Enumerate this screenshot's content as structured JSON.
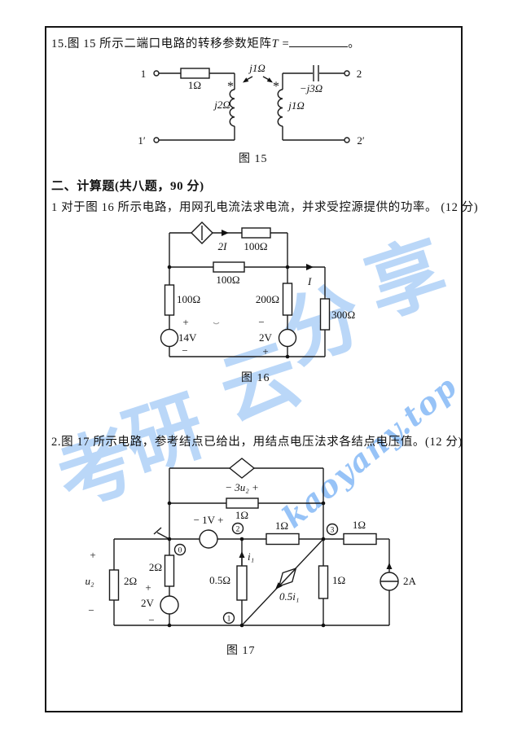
{
  "questions": {
    "q15_prefix": "15.图 15 所示二端口电路的转移参数矩阵",
    "q15_var": "T",
    "q15_eq": " =",
    "q15_period": "。",
    "section_header": "二、计算题(共八题，90 分)",
    "q1_text": "1 对于图 16 所示电路，用网孔电流法求电流，并求受控源提供的功率。 (12 分)",
    "q2_text": "2.图 17 所示电路，参考结点已给出，用结点电压法求各结点电压值。(12 分)"
  },
  "fig15": {
    "caption": "图 15",
    "terminal1": "1",
    "terminal1p": "1′",
    "terminal2": "2",
    "terminal2p": "2′",
    "series_resistor": "1Ω",
    "mutual_label": "j1Ω",
    "left_coil": "j2Ω",
    "right_coil": "j1Ω",
    "capacitor": "−j3Ω",
    "dot_left": "*",
    "dot_right": "*"
  },
  "fig16": {
    "caption": "图 16",
    "dep_source": "2I",
    "top_resistor": "100Ω",
    "mid_resistor": "100Ω",
    "left_resistor": "100Ω",
    "center_resistor": "200Ω",
    "right_resistor": "300Ω",
    "left_plus": "+",
    "left_source": "14V",
    "left_minus": "−",
    "center_minus": "−",
    "center_source": "2V",
    "center_plus": "+",
    "current_label": "I"
  },
  "fig17": {
    "caption": "图 17",
    "dep_v_label": "− 3u₂ +",
    "top_resistor": "1Ω",
    "v1_label": "− 1V +",
    "r23": "1Ω",
    "r3right": "1Ω",
    "node0": "0",
    "node1": "1",
    "node2": "2",
    "node3": "3",
    "left_resistor": "2Ω",
    "u2_plus": "+",
    "u2": "u₂",
    "u2_minus": "−",
    "branch0_resistor": "2Ω",
    "v2_plus": "+",
    "v2_label": "2V",
    "v2_minus": "−",
    "r05": "0.5Ω",
    "i1_label": "i₁",
    "dep_i_label": "0.5i₁",
    "r3down": "1Ω",
    "i_source": "2A"
  },
  "watermark": {
    "char0": "考",
    "char1": "研",
    "char2": "云",
    "char3": "分",
    "char4": "享",
    "site": "kaoyany.top"
  }
}
